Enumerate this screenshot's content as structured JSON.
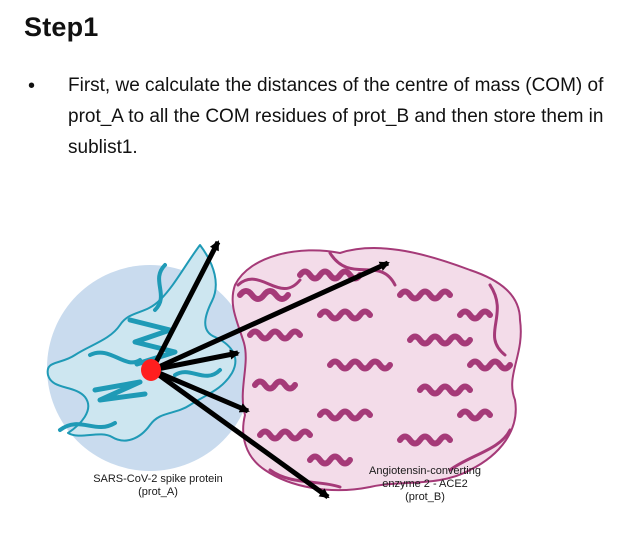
{
  "title": "Step1",
  "bullet": {
    "symbol": "•",
    "text": "First, we calculate the distances of the centre of mass (COM) of prot_A to all the COM residues of prot_B and then store them in sublist1."
  },
  "figure": {
    "prot_a_label_line1": "SARS-CoV-2 spike protein",
    "prot_a_label_line2": "(prot_A)",
    "prot_b_label_line1": "Angiotensin-converting",
    "prot_b_label_line2": "enzyme 2 - ACE2",
    "prot_b_label_line3": "(prot_B)",
    "colors": {
      "prot_a_ribbon": "#1f9ab6",
      "prot_b_ribbon": "#a53a78",
      "halo": "#c9dbee",
      "com_marker": "#ff1e1e",
      "arrows": "#000000"
    }
  }
}
